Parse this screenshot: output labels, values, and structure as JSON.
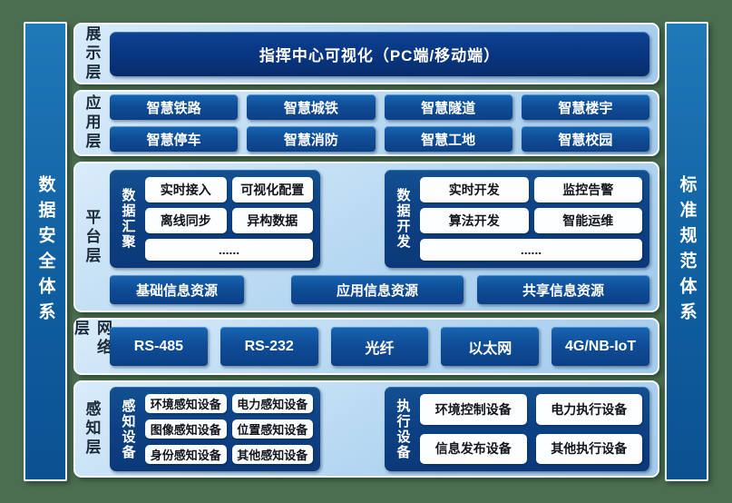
{
  "sidebars": {
    "left": "数据安全体系",
    "right": "标准规范体系"
  },
  "display_layer": {
    "label": "展示层",
    "banner": "指挥中心可视化（PC端/移动端）"
  },
  "application_layer": {
    "label": "应用层",
    "items": [
      "智慧铁路",
      "智慧城铁",
      "智慧隧道",
      "智慧楼宇",
      "智慧停车",
      "智慧消防",
      "智慧工地",
      "智慧校园"
    ]
  },
  "platform_layer": {
    "label": "平台层",
    "data_aggregation": {
      "label": "数据汇聚",
      "items": [
        "实时接入",
        "可视化配置",
        "离线同步",
        "异构数据"
      ],
      "more": "......"
    },
    "data_development": {
      "label": "数据开发",
      "items": [
        "实时开发",
        "监控告警",
        "算法开发",
        "智能运维"
      ],
      "more": "......"
    },
    "resources": [
      "基础信息资源",
      "应用信息资源",
      "共享信息资源"
    ]
  },
  "network_layer": {
    "label": "网络层",
    "items": [
      "RS-485",
      "RS-232",
      "光纤",
      "以太网",
      "4G/NB-IoT"
    ]
  },
  "perception_layer": {
    "label": "感知层",
    "sensing_devices": {
      "label": "感知设备",
      "items": [
        "环境感知设备",
        "电力感知设备",
        "图像感知设备",
        "位置感知设备",
        "身份感知设备",
        "其他感知设备"
      ]
    },
    "execution_devices": {
      "label": "执行设备",
      "items": [
        "环境控制设备",
        "电力执行设备",
        "信息发布设备",
        "其他执行设备"
      ]
    }
  },
  "colors": {
    "background_green": "#4c6e50",
    "panel_light_blue": "#b5d7f1",
    "box_dark_blue": "#0f4d97",
    "banner_navy": "#0a3884",
    "subpanel_navy": "#0d4184",
    "white_box": "#fdfeff",
    "sidebar_blue": "#0f5fa1"
  }
}
